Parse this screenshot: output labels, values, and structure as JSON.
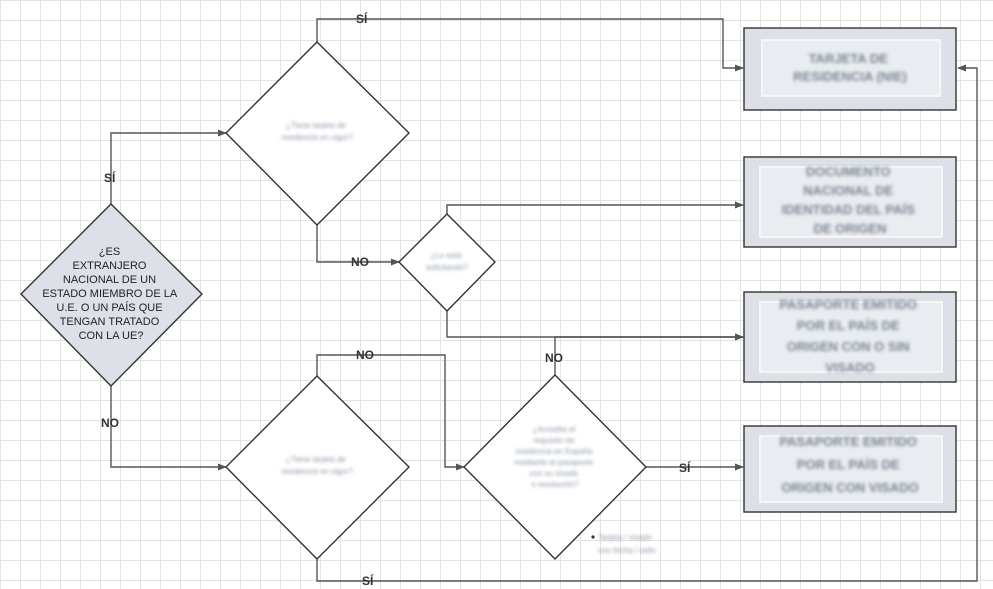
{
  "nodes": {
    "main_question": [
      "¿ES",
      "EXTRANJERO",
      "NACIONAL DE UN",
      "ESTADO MIEMBRO DE LA",
      "U.E. O  UN PAÍS QUE",
      "TENGAN TRATADO",
      "CON LA UE?"
    ],
    "q_top": [
      "¿Tiene tarjeta de",
      "residencia en vigor?"
    ],
    "q_mid": [
      "¿Lo está",
      "solicitando?"
    ],
    "q_bottom": [
      "¿Tiene tarjeta de",
      "residencia en vigor?"
    ],
    "q_right": [
      "¿Acredita el",
      "requisito de",
      "residencia en España",
      "mediante el pasaporte",
      "con su visado",
      "o resolución?"
    ],
    "note": [
      "Tarjeta / visado",
      "con fecha / sello"
    ],
    "result_1": [
      "TARJETA DE",
      "RESIDENCIA (NIE)"
    ],
    "result_2": [
      "DOCUMENTO",
      "NACIONAL DE",
      "IDENTIDAD DEL PAÍS",
      "DE ORIGEN"
    ],
    "result_3": [
      "PASAPORTE EMITIDO",
      "POR EL PAÍS DE",
      "ORIGEN CON O SIN",
      "VISADO"
    ],
    "result_4": [
      "PASAPORTE EMITIDO",
      "POR EL PAÍS DE",
      "ORIGEN CON VISADO"
    ]
  },
  "edge_labels": {
    "top_yes": "SÍ",
    "main_yes": "SÍ",
    "top_no": "NO",
    "main_no": "NO",
    "bottom_no": "NO",
    "right_no": "NO",
    "right_yes": "SÍ",
    "bottom_yes": "SÍ"
  },
  "colors": {
    "result_fill": "#dde1e7",
    "main_fill": "#dde1e7",
    "edge": "#555555",
    "grid": "#e3e3e3"
  }
}
